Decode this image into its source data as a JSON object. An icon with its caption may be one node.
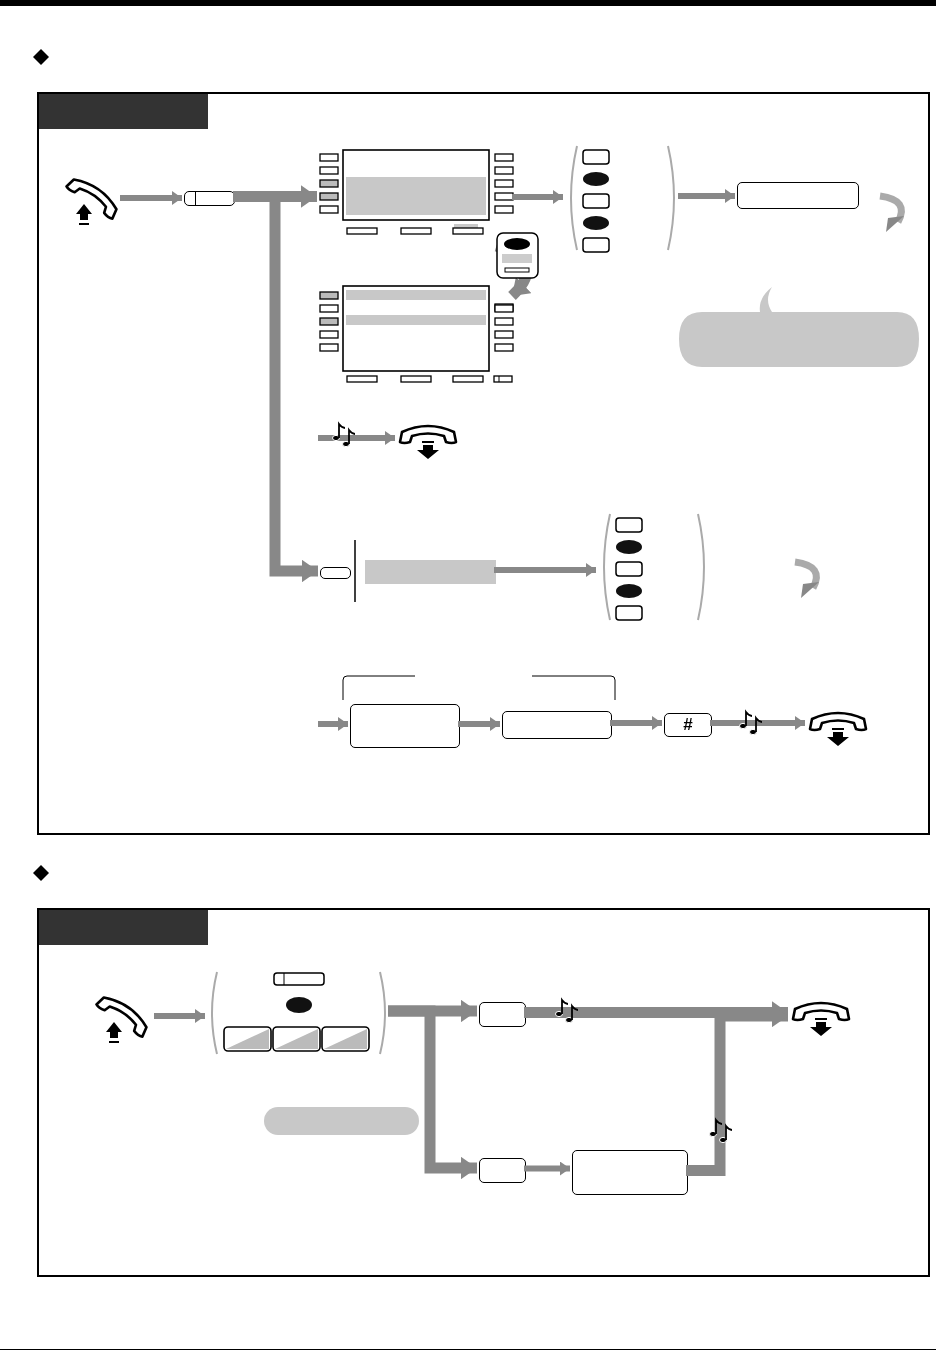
{
  "diagram": {
    "nodes": [
      {
        "text": [],
        "shape": "box"
      },
      {
        "text": [],
        "shape": "picture",
        "in": 0
      },
      {
        "text": [],
        "shape": "box",
        "in": 0
      },
      {
        "text": [],
        "shape": "picture",
        "in": 0
      },
      {
        "text": [],
        "shape": "picture",
        "in": 0
      },
      {
        "text": [],
        "shape": "picture",
        "in": 0
      },
      {
        "text": [],
        "shape": "box",
        "in": 0
      },
      {
        "text": [],
        "shape": "picture",
        "in": 0
      },
      {
        "text": [],
        "shape": "box",
        "in": 0
      },
      {
        "text": [],
        "shape": "bar",
        "in": 0
      },
      {
        "text": [],
        "shape": "picture",
        "in": 0
      },
      {
        "text": [],
        "shape": "box",
        "in": 0
      },
      {
        "text": [],
        "shape": "box",
        "in": 0
      },
      {
        "text": [
          "#"
        ],
        "in": 0
      },
      {
        "text": [],
        "shape": "picture",
        "in": 0
      },
      {
        "text": [],
        "shape": "box"
      },
      {
        "text": [],
        "shape": "picture",
        "in": 15
      },
      {
        "text": [],
        "shape": "picture",
        "in": 15
      },
      {
        "text": [],
        "shape": "box",
        "in": 15
      },
      {
        "text": [],
        "shape": "box",
        "in": 15
      },
      {
        "text": [],
        "shape": "box",
        "in": 15
      },
      {
        "text": [],
        "shape": "picture",
        "in": 15
      },
      {
        "text": [],
        "shape": "bubble",
        "in": 0
      },
      {
        "text": [],
        "shape": "bar",
        "in": 15
      }
    ],
    "edges": [
      {
        "from": 1,
        "to": 2,
        "arrow": "to"
      },
      {
        "from": 2,
        "to": 3,
        "arrow": "to",
        "style": "thick"
      },
      {
        "from": 2,
        "to": 8,
        "arrow": "to",
        "style": "thick"
      },
      {
        "from": 3,
        "to": 4,
        "arrow": "to",
        "style": "thick"
      },
      {
        "from": 3,
        "to": 5,
        "arrow": "to"
      },
      {
        "from": 5,
        "to": 6,
        "arrow": "to"
      },
      {
        "from": null,
        "to": 7,
        "arrow": "to"
      },
      {
        "from": 9,
        "to": 10,
        "arrow": "to"
      },
      {
        "from": null,
        "to": 11,
        "arrow": "to"
      },
      {
        "from": 11,
        "to": 12,
        "arrow": "to"
      },
      {
        "from": 12,
        "to": 13,
        "arrow": "to"
      },
      {
        "from": 13,
        "to": 14,
        "arrow": "to"
      },
      {
        "from": 16,
        "to": 17,
        "arrow": "to"
      },
      {
        "from": 17,
        "to": 18,
        "arrow": "to",
        "style": "thick"
      },
      {
        "from": 17,
        "to": 19,
        "arrow": "to",
        "style": "thick"
      },
      {
        "from": 18,
        "to": 21,
        "arrow": "to",
        "style": "thick"
      },
      {
        "from": 19,
        "to": 20,
        "arrow": "to"
      },
      {
        "from": 20,
        "to": 21,
        "arrow": "to",
        "style": "thick"
      }
    ]
  }
}
